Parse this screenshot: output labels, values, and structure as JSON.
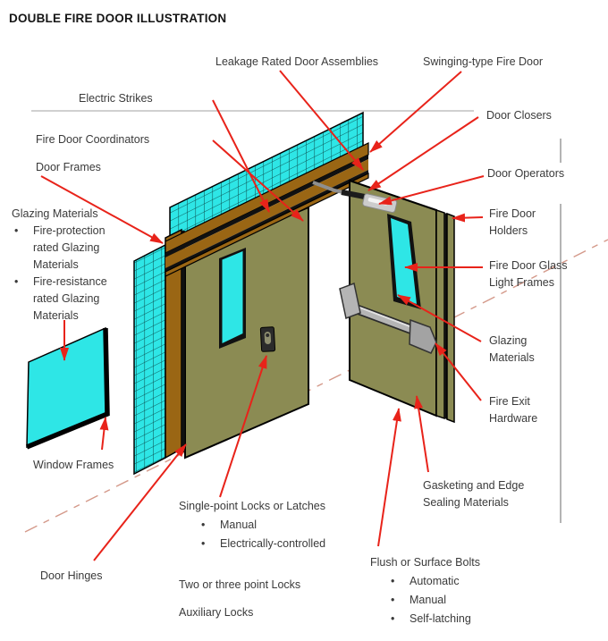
{
  "title": "DOUBLE FIRE DOOR ILLUSTRATION",
  "colors": {
    "arrow_red": "#e8231a",
    "glazing_cyan": "#2ee6e6",
    "glazing_grid": "#0b5252",
    "door_olive": "#8b8b53",
    "frame_brown": "#9a6614",
    "centerline_pink": "#d4998a",
    "rule_gray": "#b3b3b3",
    "column_gray": "#8c8c8c",
    "hardware_gray": "#b5b5b5"
  },
  "callouts": {
    "leakage": "Leakage Rated Door Assemblies",
    "swinging": "Swinging-type Fire Door",
    "electric_strikes": "Electric Strikes",
    "coordinators": "Fire Door Coordinators",
    "door_frames": "Door Frames",
    "door_closers": "Door Closers",
    "door_operators": "Door Operators",
    "fire_door_holders": "Fire Door Holders",
    "glass_light_frames": "Fire Door Glass Light Frames",
    "glazing_materials_right": "Glazing Materials",
    "fire_exit_hardware": "Fire Exit Hardware",
    "gasketing": "Gasketing and Edge Sealing Materials",
    "window_frames": "Window Frames",
    "door_hinges": "Door Hinges",
    "two_three_locks": "Two or three point Locks",
    "auxiliary_locks": "Auxiliary Locks"
  },
  "lists": {
    "glazing_left": {
      "heading": "Glazing Materials",
      "items": [
        "Fire-protection rated Glazing Materials",
        "Fire-resistance rated Glazing Materials"
      ]
    },
    "single_point": {
      "heading": "Single-point Locks or Latches",
      "items": [
        "Manual",
        "Electrically-controlled"
      ]
    },
    "flush_bolts": {
      "heading": "Flush or Surface Bolts",
      "items": [
        "Automatic",
        "Manual",
        "Self-latching"
      ]
    }
  }
}
